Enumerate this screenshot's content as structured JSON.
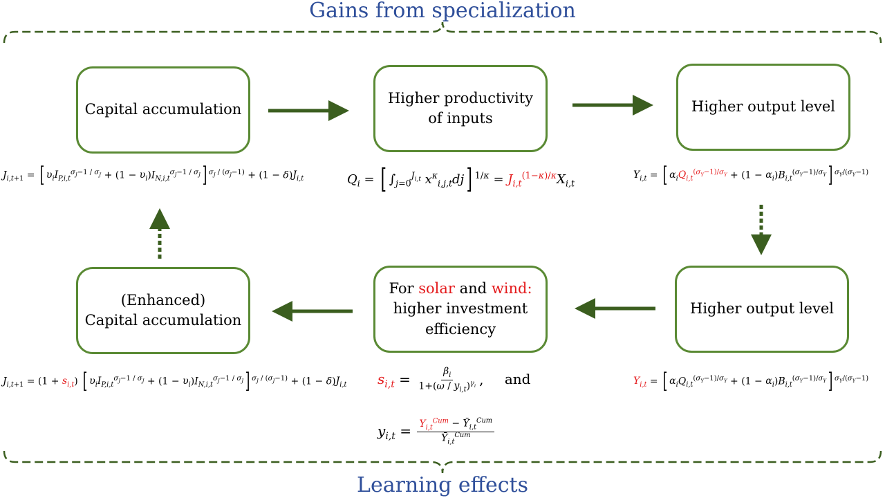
{
  "titles": {
    "top": "Gains from specialization",
    "bottom": "Learning effects"
  },
  "boxes": {
    "capital_accumulation": "Capital accumulation",
    "higher_productivity_line1": "Higher productivity",
    "higher_productivity_line2": "of inputs",
    "higher_output_top": "Higher output level",
    "higher_output_bottom": "Higher output level",
    "enhanced_line1": "(Enhanced)",
    "enhanced_line2": "Capital accumulation",
    "investment_for": "For",
    "investment_solar": "solar",
    "investment_and": "and",
    "investment_wind": "wind:",
    "investment_line2": "higher investment",
    "investment_line3": "efficiency"
  },
  "equations": {
    "and_word": "and"
  },
  "colors": {
    "box_border": "#5a8a34",
    "arrow": "#3b5e1f",
    "brace": "#3b5e1f",
    "title": "#2f4f9a",
    "highlight": "#e41a1c"
  }
}
